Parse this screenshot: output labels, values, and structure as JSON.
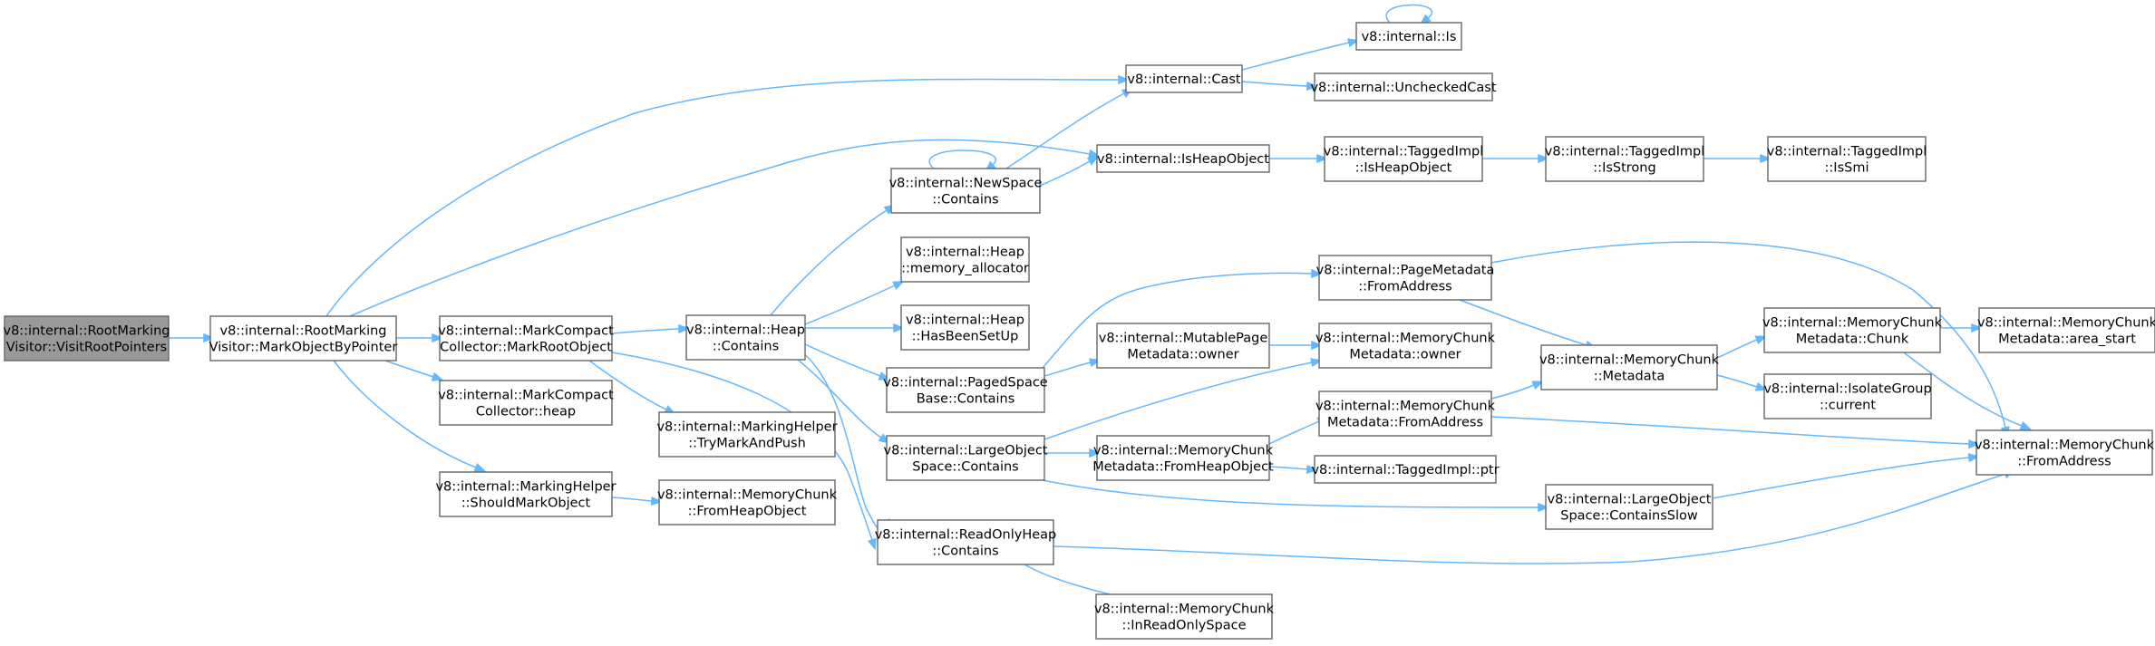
{
  "diagram": {
    "nodes": [
      {
        "id": "visit_root",
        "lines": [
          "v8::internal::RootMarking",
          "Visitor::VisitRootPointers"
        ],
        "root": true
      },
      {
        "id": "mark_obj_ptr",
        "lines": [
          "v8::internal::RootMarking",
          "Visitor::MarkObjectByPointer"
        ]
      },
      {
        "id": "cast",
        "lines": [
          "v8::internal::Cast"
        ]
      },
      {
        "id": "is",
        "lines": [
          "v8::internal::Is"
        ]
      },
      {
        "id": "unchecked_cast",
        "lines": [
          "v8::internal::UncheckedCast"
        ]
      },
      {
        "id": "is_heap_object",
        "lines": [
          "v8::internal::IsHeapObject"
        ]
      },
      {
        "id": "tagged_is_heap_object",
        "lines": [
          "v8::internal::TaggedImpl",
          "::IsHeapObject"
        ]
      },
      {
        "id": "tagged_is_strong",
        "lines": [
          "v8::internal::TaggedImpl",
          "::IsStrong"
        ]
      },
      {
        "id": "tagged_is_smi",
        "lines": [
          "v8::internal::TaggedImpl",
          "::IsSmi"
        ]
      },
      {
        "id": "mark_root_object",
        "lines": [
          "v8::internal::MarkCompact",
          "Collector::MarkRootObject"
        ]
      },
      {
        "id": "mc_heap",
        "lines": [
          "v8::internal::MarkCompact",
          "Collector::heap"
        ]
      },
      {
        "id": "should_mark",
        "lines": [
          "v8::internal::MarkingHelper",
          "::ShouldMarkObject"
        ]
      },
      {
        "id": "mc_from_heap_object_a",
        "lines": [
          "v8::internal::MemoryChunk",
          "::FromHeapObject"
        ]
      },
      {
        "id": "try_mark_push",
        "lines": [
          "v8::internal::MarkingHelper",
          "::TryMarkAndPush"
        ]
      },
      {
        "id": "heap_contains",
        "lines": [
          "v8::internal::Heap",
          "::Contains"
        ]
      },
      {
        "id": "newspace_contains",
        "lines": [
          "v8::internal::NewSpace",
          "::Contains"
        ]
      },
      {
        "id": "memory_allocator",
        "lines": [
          "v8::internal::Heap",
          "::memory_allocator"
        ]
      },
      {
        "id": "has_been_setup",
        "lines": [
          "v8::internal::Heap",
          "::HasBeenSetUp"
        ]
      },
      {
        "id": "paged_contains",
        "lines": [
          "v8::internal::PagedSpace",
          "Base::Contains"
        ]
      },
      {
        "id": "large_contains",
        "lines": [
          "v8::internal::LargeObject",
          "Space::Contains"
        ]
      },
      {
        "id": "readonly_contains",
        "lines": [
          "v8::internal::ReadOnlyHeap",
          "::Contains"
        ]
      },
      {
        "id": "in_readonly_space",
        "lines": [
          "v8::internal::MemoryChunk",
          "::InReadOnlySpace"
        ]
      },
      {
        "id": "page_meta_from_addr",
        "lines": [
          "v8::internal::PageMetadata",
          "::FromAddress"
        ]
      },
      {
        "id": "mutable_page_owner",
        "lines": [
          "v8::internal::MutablePage",
          "Metadata::owner"
        ]
      },
      {
        "id": "mcm_owner",
        "lines": [
          "v8::internal::MemoryChunk",
          "Metadata::owner"
        ]
      },
      {
        "id": "mcm_from_heap_object",
        "lines": [
          "v8::internal::MemoryChunk",
          "Metadata::FromHeapObject"
        ]
      },
      {
        "id": "mcm_from_address",
        "lines": [
          "v8::internal::MemoryChunk",
          "Metadata::FromAddress"
        ]
      },
      {
        "id": "tagged_ptr",
        "lines": [
          "v8::internal::TaggedImpl::ptr"
        ]
      },
      {
        "id": "mc_metadata",
        "lines": [
          "v8::internal::MemoryChunk",
          "::Metadata"
        ]
      },
      {
        "id": "large_contains_slow",
        "lines": [
          "v8::internal::LargeObject",
          "Space::ContainsSlow"
        ]
      },
      {
        "id": "mcm_chunk",
        "lines": [
          "v8::internal::MemoryChunk",
          "Metadata::Chunk"
        ]
      },
      {
        "id": "isolate_group_current",
        "lines": [
          "v8::internal::IsolateGroup",
          "::current"
        ]
      },
      {
        "id": "mcm_area_start",
        "lines": [
          "v8::internal::MemoryChunk",
          "Metadata::area_start"
        ]
      },
      {
        "id": "mc_from_address",
        "lines": [
          "v8::internal::MemoryChunk",
          "::FromAddress"
        ]
      }
    ],
    "edges": [
      [
        "visit_root",
        "mark_obj_ptr"
      ],
      [
        "mark_obj_ptr",
        "cast"
      ],
      [
        "mark_obj_ptr",
        "is_heap_object"
      ],
      [
        "mark_obj_ptr",
        "mark_root_object"
      ],
      [
        "mark_obj_ptr",
        "mc_heap"
      ],
      [
        "mark_obj_ptr",
        "should_mark"
      ],
      [
        "cast",
        "is"
      ],
      [
        "cast",
        "unchecked_cast"
      ],
      [
        "is",
        "is"
      ],
      [
        "is_heap_object",
        "tagged_is_heap_object"
      ],
      [
        "tagged_is_heap_object",
        "tagged_is_strong"
      ],
      [
        "tagged_is_strong",
        "tagged_is_smi"
      ],
      [
        "mark_root_object",
        "heap_contains"
      ],
      [
        "mark_root_object",
        "try_mark_push"
      ],
      [
        "mark_root_object",
        "readonly_contains"
      ],
      [
        "should_mark",
        "mc_from_heap_object_a"
      ],
      [
        "heap_contains",
        "newspace_contains"
      ],
      [
        "heap_contains",
        "memory_allocator"
      ],
      [
        "heap_contains",
        "has_been_setup"
      ],
      [
        "heap_contains",
        "paged_contains"
      ],
      [
        "heap_contains",
        "large_contains"
      ],
      [
        "heap_contains",
        "readonly_contains"
      ],
      [
        "newspace_contains",
        "newspace_contains"
      ],
      [
        "newspace_contains",
        "cast"
      ],
      [
        "newspace_contains",
        "is_heap_object"
      ],
      [
        "paged_contains",
        "page_meta_from_addr"
      ],
      [
        "paged_contains",
        "mutable_page_owner"
      ],
      [
        "large_contains",
        "mcm_owner"
      ],
      [
        "large_contains",
        "mcm_from_heap_object"
      ],
      [
        "large_contains",
        "large_contains_slow"
      ],
      [
        "readonly_contains",
        "in_readonly_space"
      ],
      [
        "readonly_contains",
        "mc_from_address"
      ],
      [
        "page_meta_from_addr",
        "mc_metadata"
      ],
      [
        "page_meta_from_addr",
        "mc_from_address"
      ],
      [
        "mutable_page_owner",
        "mcm_owner"
      ],
      [
        "mcm_from_heap_object",
        "mcm_from_address"
      ],
      [
        "mcm_from_heap_object",
        "tagged_ptr"
      ],
      [
        "mcm_from_address",
        "mc_metadata"
      ],
      [
        "mcm_from_address",
        "mc_from_address"
      ],
      [
        "mc_metadata",
        "mcm_chunk"
      ],
      [
        "mc_metadata",
        "isolate_group_current"
      ],
      [
        "mcm_chunk",
        "mcm_area_start"
      ],
      [
        "mcm_chunk",
        "mc_from_address"
      ],
      [
        "large_contains_slow",
        "mc_from_address"
      ]
    ]
  }
}
